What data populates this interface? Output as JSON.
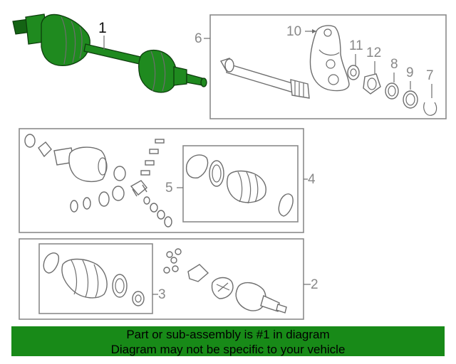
{
  "diagram": {
    "callouts": {
      "c1": "1",
      "c2": "2",
      "c3": "3",
      "c4": "4",
      "c5": "5",
      "c6": "6",
      "c7": "7",
      "c8": "8",
      "c9": "9",
      "c10": "10",
      "c11": "11",
      "c12": "12"
    }
  },
  "banner": {
    "line1": "Part or sub-assembly is #1 in diagram",
    "line2": "Diagram may not be specific to your vehicle",
    "color": "#188a18"
  }
}
